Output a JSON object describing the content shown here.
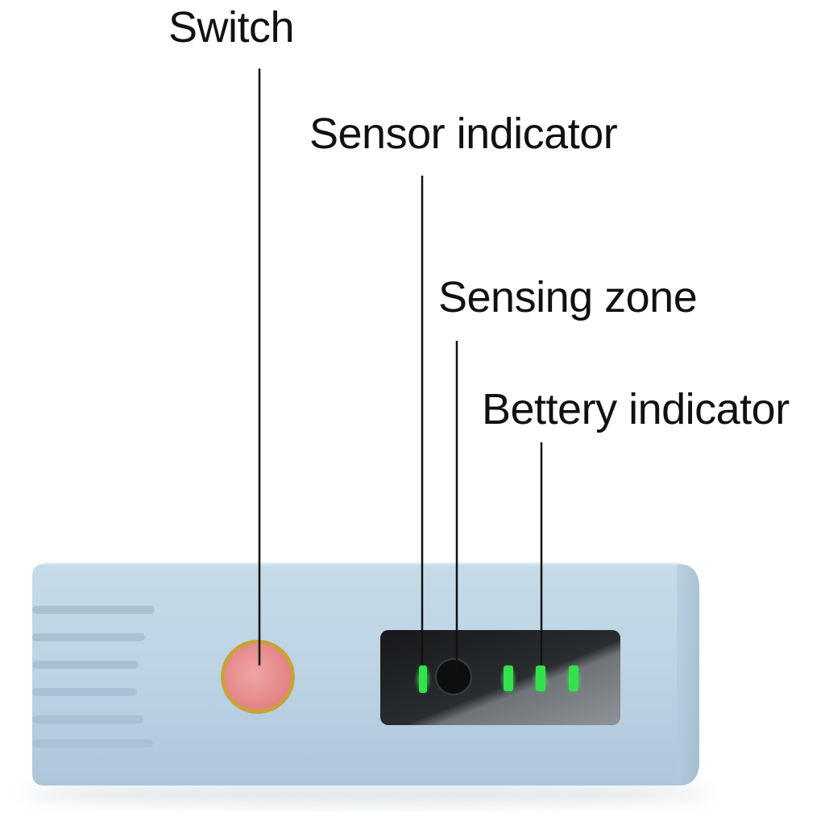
{
  "labels": {
    "switch": "Switch",
    "sensor_indicator": "Sensor indicator",
    "sensing_zone": "Sensing zone",
    "battery_indicator": "Bettery indicator"
  },
  "colors": {
    "device_body": "#bcd3e4",
    "switch_button": "#e98b8c",
    "switch_rim": "#c9a23a",
    "display_panel": "#1c1e20",
    "led_on": "#32e24a",
    "leader_line": "#111111"
  },
  "icons": [
    "switch-button",
    "sensing-zone-circle",
    "sensor-led",
    "battery-led"
  ],
  "battery_indicator": {
    "lit_bars": 3
  }
}
